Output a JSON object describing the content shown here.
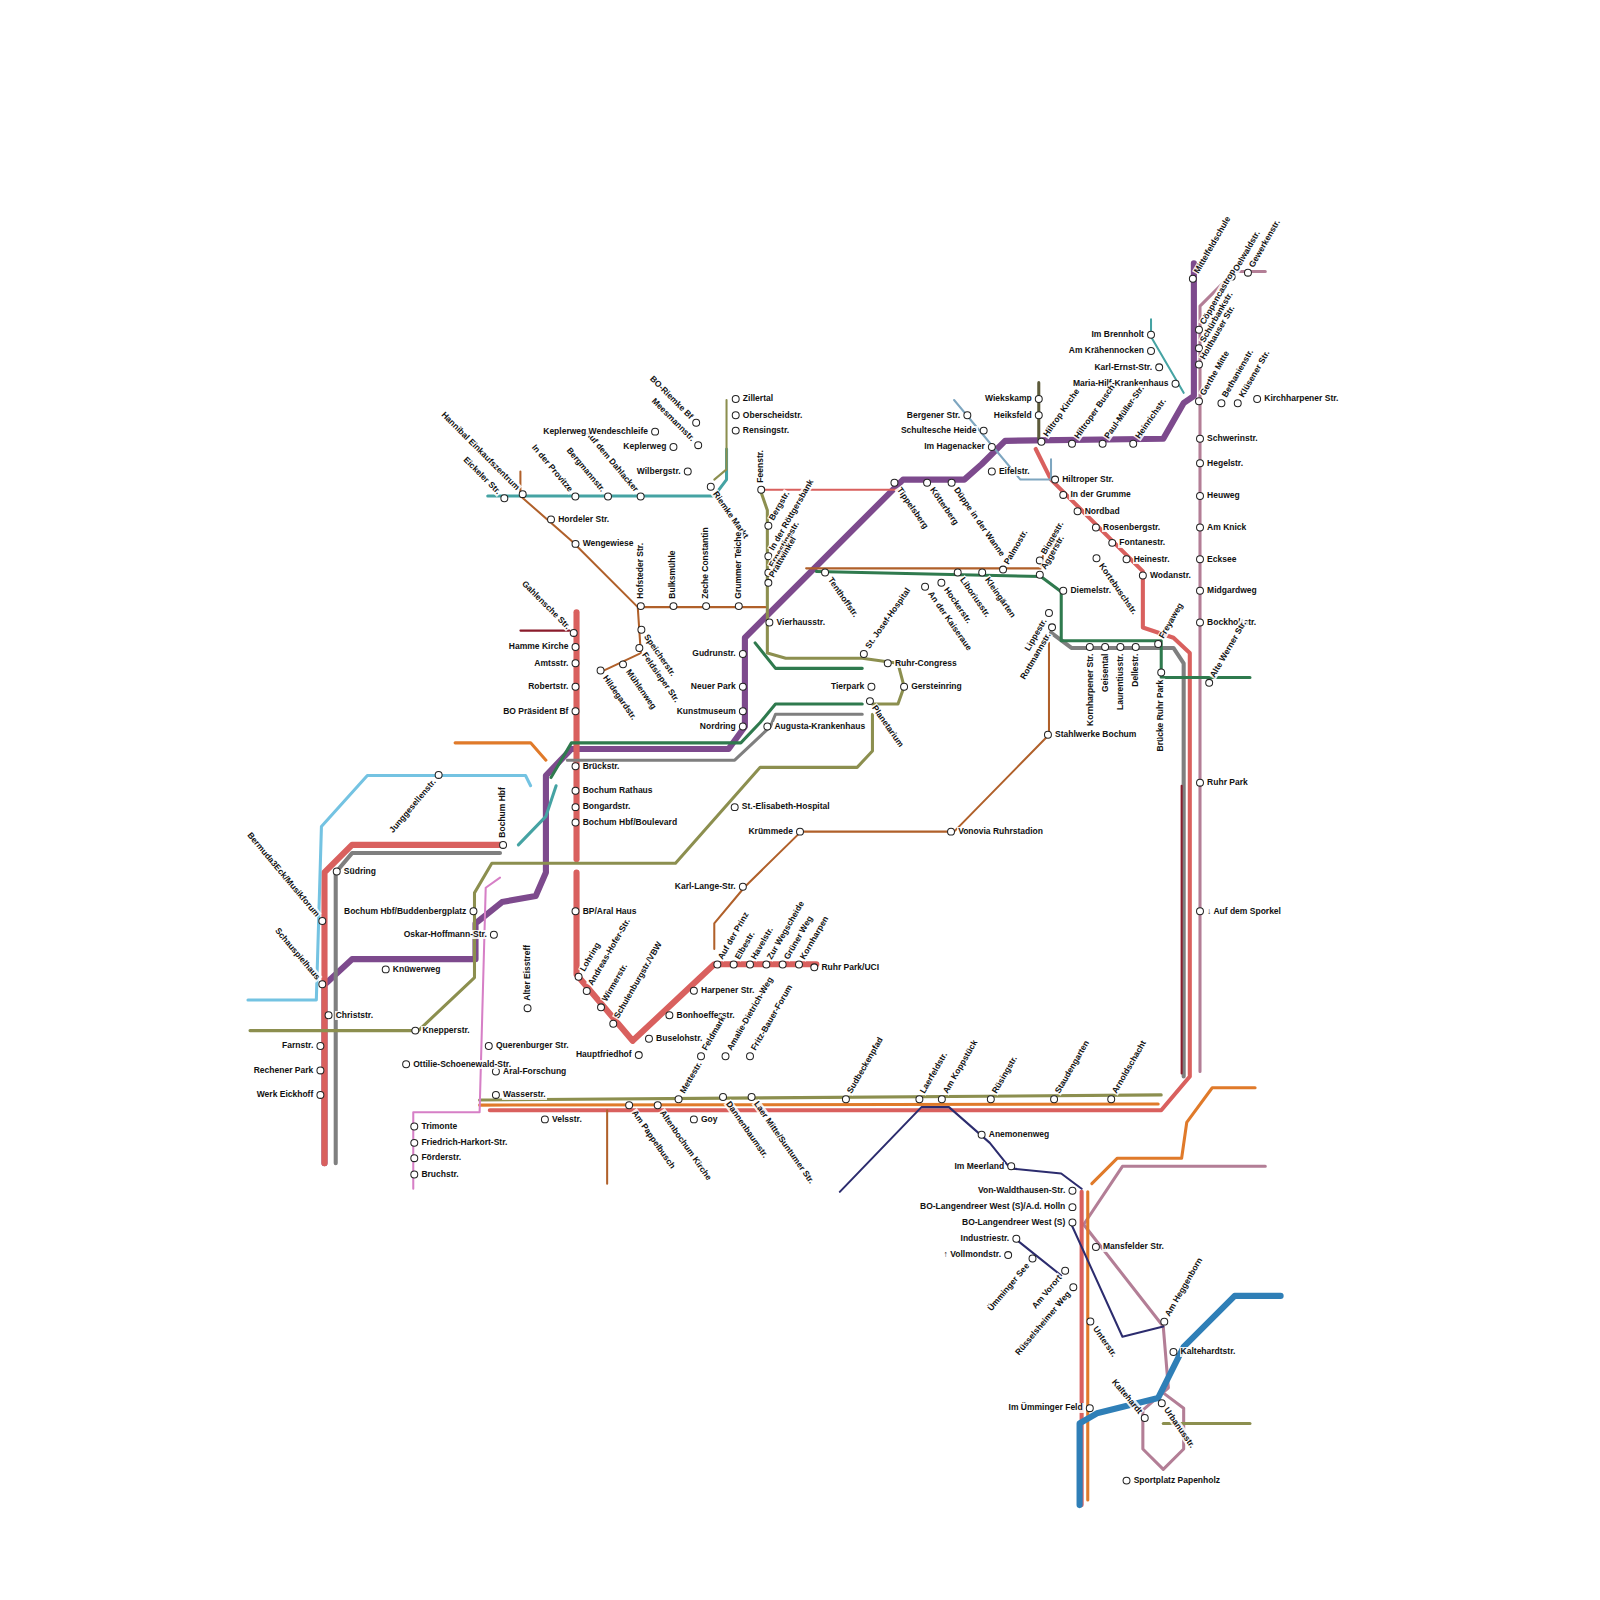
{
  "diagram": {
    "labels": [
      "Mittelfeldschule",
      "Oelwaldstr.",
      "Gewerkenstr.",
      "Cöppencastrop",
      "Schürbankstr.",
      "Holthauser Str.",
      "Gerthe Mitte",
      "Bethanienstr.",
      "Klüsener Str.",
      "Kirchharpener Str.",
      "Im Brennholt",
      "Am Krähennocken",
      "Karl-Ernst-Str.",
      "Maria-Hilf-Krankenhaus",
      "Schwerinstr.",
      "Hegelstr.",
      "Heuweg",
      "Am Knick",
      "Ecksee",
      "Midgardweg",
      "Bockholtstr.",
      "Alte Werner Str.",
      "Ruhr Park",
      "↓ Auf dem Sporkel",
      "Wiekskamp",
      "Heiksfeld",
      "Hiltrop Kirche",
      "Hiltroper Busch",
      "Paul-Müller-Str.",
      "Heinrichstr.",
      "Bergener Str.",
      "Schultesche Heide",
      "Im Hagenacker",
      "Eifelstr.",
      "Hiltroper Str.",
      "In der Grumme",
      "Nordbad",
      "Rosenbergstr.",
      "Fontanestr.",
      "Heinestr.",
      "Wodanstr.",
      "Kortebuschstr.",
      "Freyaweg",
      "Tippelsberg",
      "Kötterberg",
      "Düppe in der Wanne",
      "Biggestr.",
      "Aggerstr.",
      "Diemelstr.",
      "Palmostr.",
      "Liboriusstr.",
      "Kleingärten",
      "Hockerstr.",
      "An der Kaiseraue",
      "Tenthoffstr.",
      "Lippestr.",
      "Rottmannstr.",
      "Kornharpener Str.",
      "Geisental",
      "Laurentiusstr.",
      "Dellestr.",
      "Brücke Ruhr Park",
      "Stahlwerke Bochum",
      "Vonovia Ruhrstadion",
      "Krümmede",
      "Karl-Lange-Str.",
      "St.-Elisabeth-Hospital",
      "Auf der Prinz",
      "Elbestr.",
      "Havelstr.",
      "Zur Wegscheide",
      "Grüner Weg",
      "Kornharpen",
      "Ruhr Park/UCI",
      "Harpener Str.",
      "Bonhoefferstr.",
      "Buselohstr.",
      "Hauptfriedhof",
      "Feldmark",
      "Amalie-Dietrich-Weg",
      "Fritz-Bauer-Forum",
      "Mettestr.",
      "Goy",
      "Altenbochum Kirche",
      "Am Pappelbusch",
      "Dannenbaumstr.",
      "Laer Mitte/Suntumer Str.",
      "Velsstr.",
      "Sudbeckenpfad",
      "Laerfeldstr.",
      "Am Koppstück",
      "Rüsingstr.",
      "Staudengarten",
      "Arnoldschacht",
      "Anemonenweg",
      "Im Meerland",
      "Von-Waldthausen-Str.",
      "BO-Langendreer West (S)/A.d. Holln",
      "BO-Langendreer West (S)",
      "Mansfelder Str.",
      "Industriestr.",
      "↑ Vollmondstr.",
      "Ümminger See",
      "Am Vorort",
      "Rüsselsheimer Weg",
      "Unterstr.",
      "Am Heggenborn",
      "Kaltehardtstr.",
      "Im Ümminger Feld",
      "Kaltehardt",
      "Urbanusstr.",
      "Sportplatz Papenholz",
      "Hannibal Einkaufszentrum",
      "Eickeler Str.",
      "In der Provitze",
      "Bergmannstr.",
      "Auf dem Dahlacker",
      "Keplerweg Wendeschleife",
      "Keplerweg",
      "BO-Riemke Bf",
      "Meesmannstr.",
      "Zillertal",
      "Oberscheidstr.",
      "Rensingstr.",
      "Wilbergstr.",
      "Feenstr.",
      "Riemke Markt",
      "Hordeler Str.",
      "Wengewiese",
      "Bergstr.",
      "In der Röttgersbank",
      "Ernestinestr.",
      "Prattwinkel",
      "Hofsteder Str.",
      "Bulksmühle",
      "Zeche Constantin",
      "Grummer Teiche",
      "Vierhausstr.",
      "Gahlensche Str.",
      "Hamme Kirche",
      "Amtsstr.",
      "Robertstr.",
      "BO Präsident Bf",
      "Speicherstr.",
      "Feldsieper Str.",
      "Mühlenweg",
      "Hildegardstr.",
      "Gudrunstr.",
      "Neuer Park",
      "Kunstmuseum",
      "Nordring",
      "Augusta-Krankenhaus",
      "St. Josef-Hospital",
      "Ruhr-Congress",
      "Tierpark",
      "Gersteinring",
      "Planetarium",
      "Brückstr.",
      "Bochum Rathaus",
      "Bongardstr.",
      "Bochum Hbf/Boulevard",
      "Bochum Hbf",
      "Junggesellenstr.",
      "Südring",
      "Bermuda3Eck/Musikforum",
      "Bochum Hbf/Buddenbergplatz",
      "BP/Aral Haus",
      "Oskar-Hoffmann-Str.",
      "Knüwerweg",
      "Schauspielhaus",
      "Christstr.",
      "Lohring",
      "Andreas-Hofer-Str.",
      "Wirmerstr.",
      "Schulenburgstr./VBW",
      "Alter Eisstreff",
      "Knepperstr.",
      "Querenburger Str.",
      "Farnstr.",
      "Ottilie-Schoenewald-Str.",
      "Aral-Forschung",
      "Rechener Park",
      "Wasserstr.",
      "Werk Eickhoff",
      "Trimonte",
      "Friedrich-Harkort-Str.",
      "Förderstr.",
      "Bruchstr."
    ]
  }
}
